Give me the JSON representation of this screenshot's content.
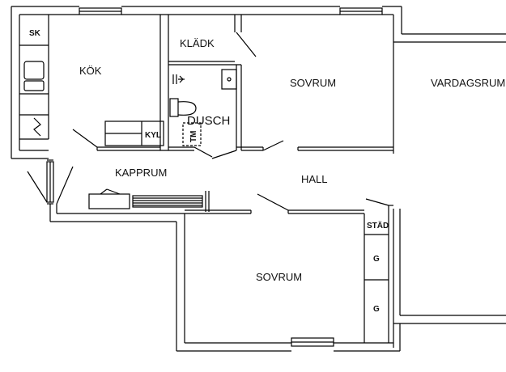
{
  "rooms": {
    "kok": "KÖK",
    "kladk": "KLÄDK",
    "sovrum_upper": "SOVRUM",
    "vardagsrum": "VARDAGSRUM",
    "dusch": "DUSCH",
    "kapprum": "KAPPRUM",
    "hall": "HALL",
    "sovrum_lower": "SOVRUM"
  },
  "fixtures": {
    "sk": "SK",
    "kyl": "KYL",
    "tm": "TM",
    "stad": "STÄD",
    "g1": "G",
    "g2": "G"
  },
  "colors": {
    "wall": "#000000",
    "background": "#ffffff"
  }
}
